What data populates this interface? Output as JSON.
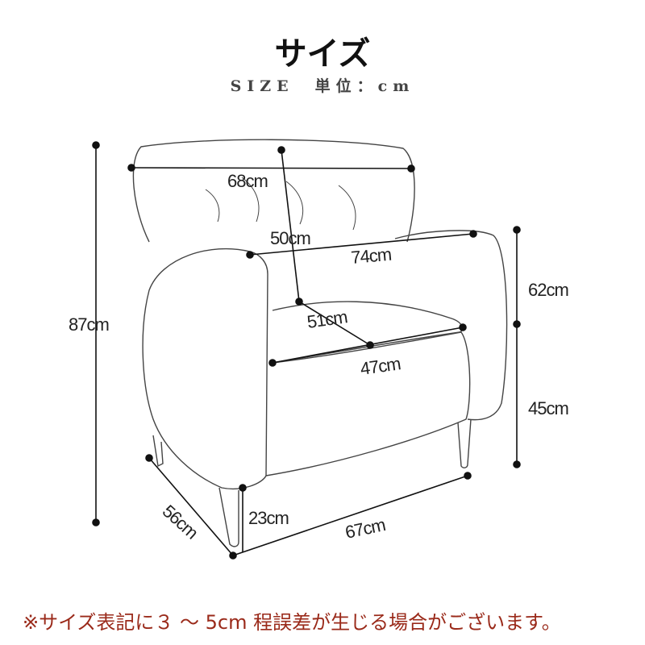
{
  "title": "サイズ",
  "subtitle": "SIZE　単位：cm",
  "dimensions": {
    "back_width": "68cm",
    "back_depth": "50cm",
    "arm_width": "74cm",
    "seat_depth": "51cm",
    "seat_width": "47cm",
    "total_height": "87cm",
    "back_height": "62cm",
    "seat_height": "45cm",
    "depth": "56cm",
    "leg_height": "23cm",
    "total_width": "67cm"
  },
  "note": "※サイズ表記に３ ～ 5cm 程誤差が生じる場合がございます。",
  "colors": {
    "line": "#333333",
    "note": "#9a2a1a"
  }
}
